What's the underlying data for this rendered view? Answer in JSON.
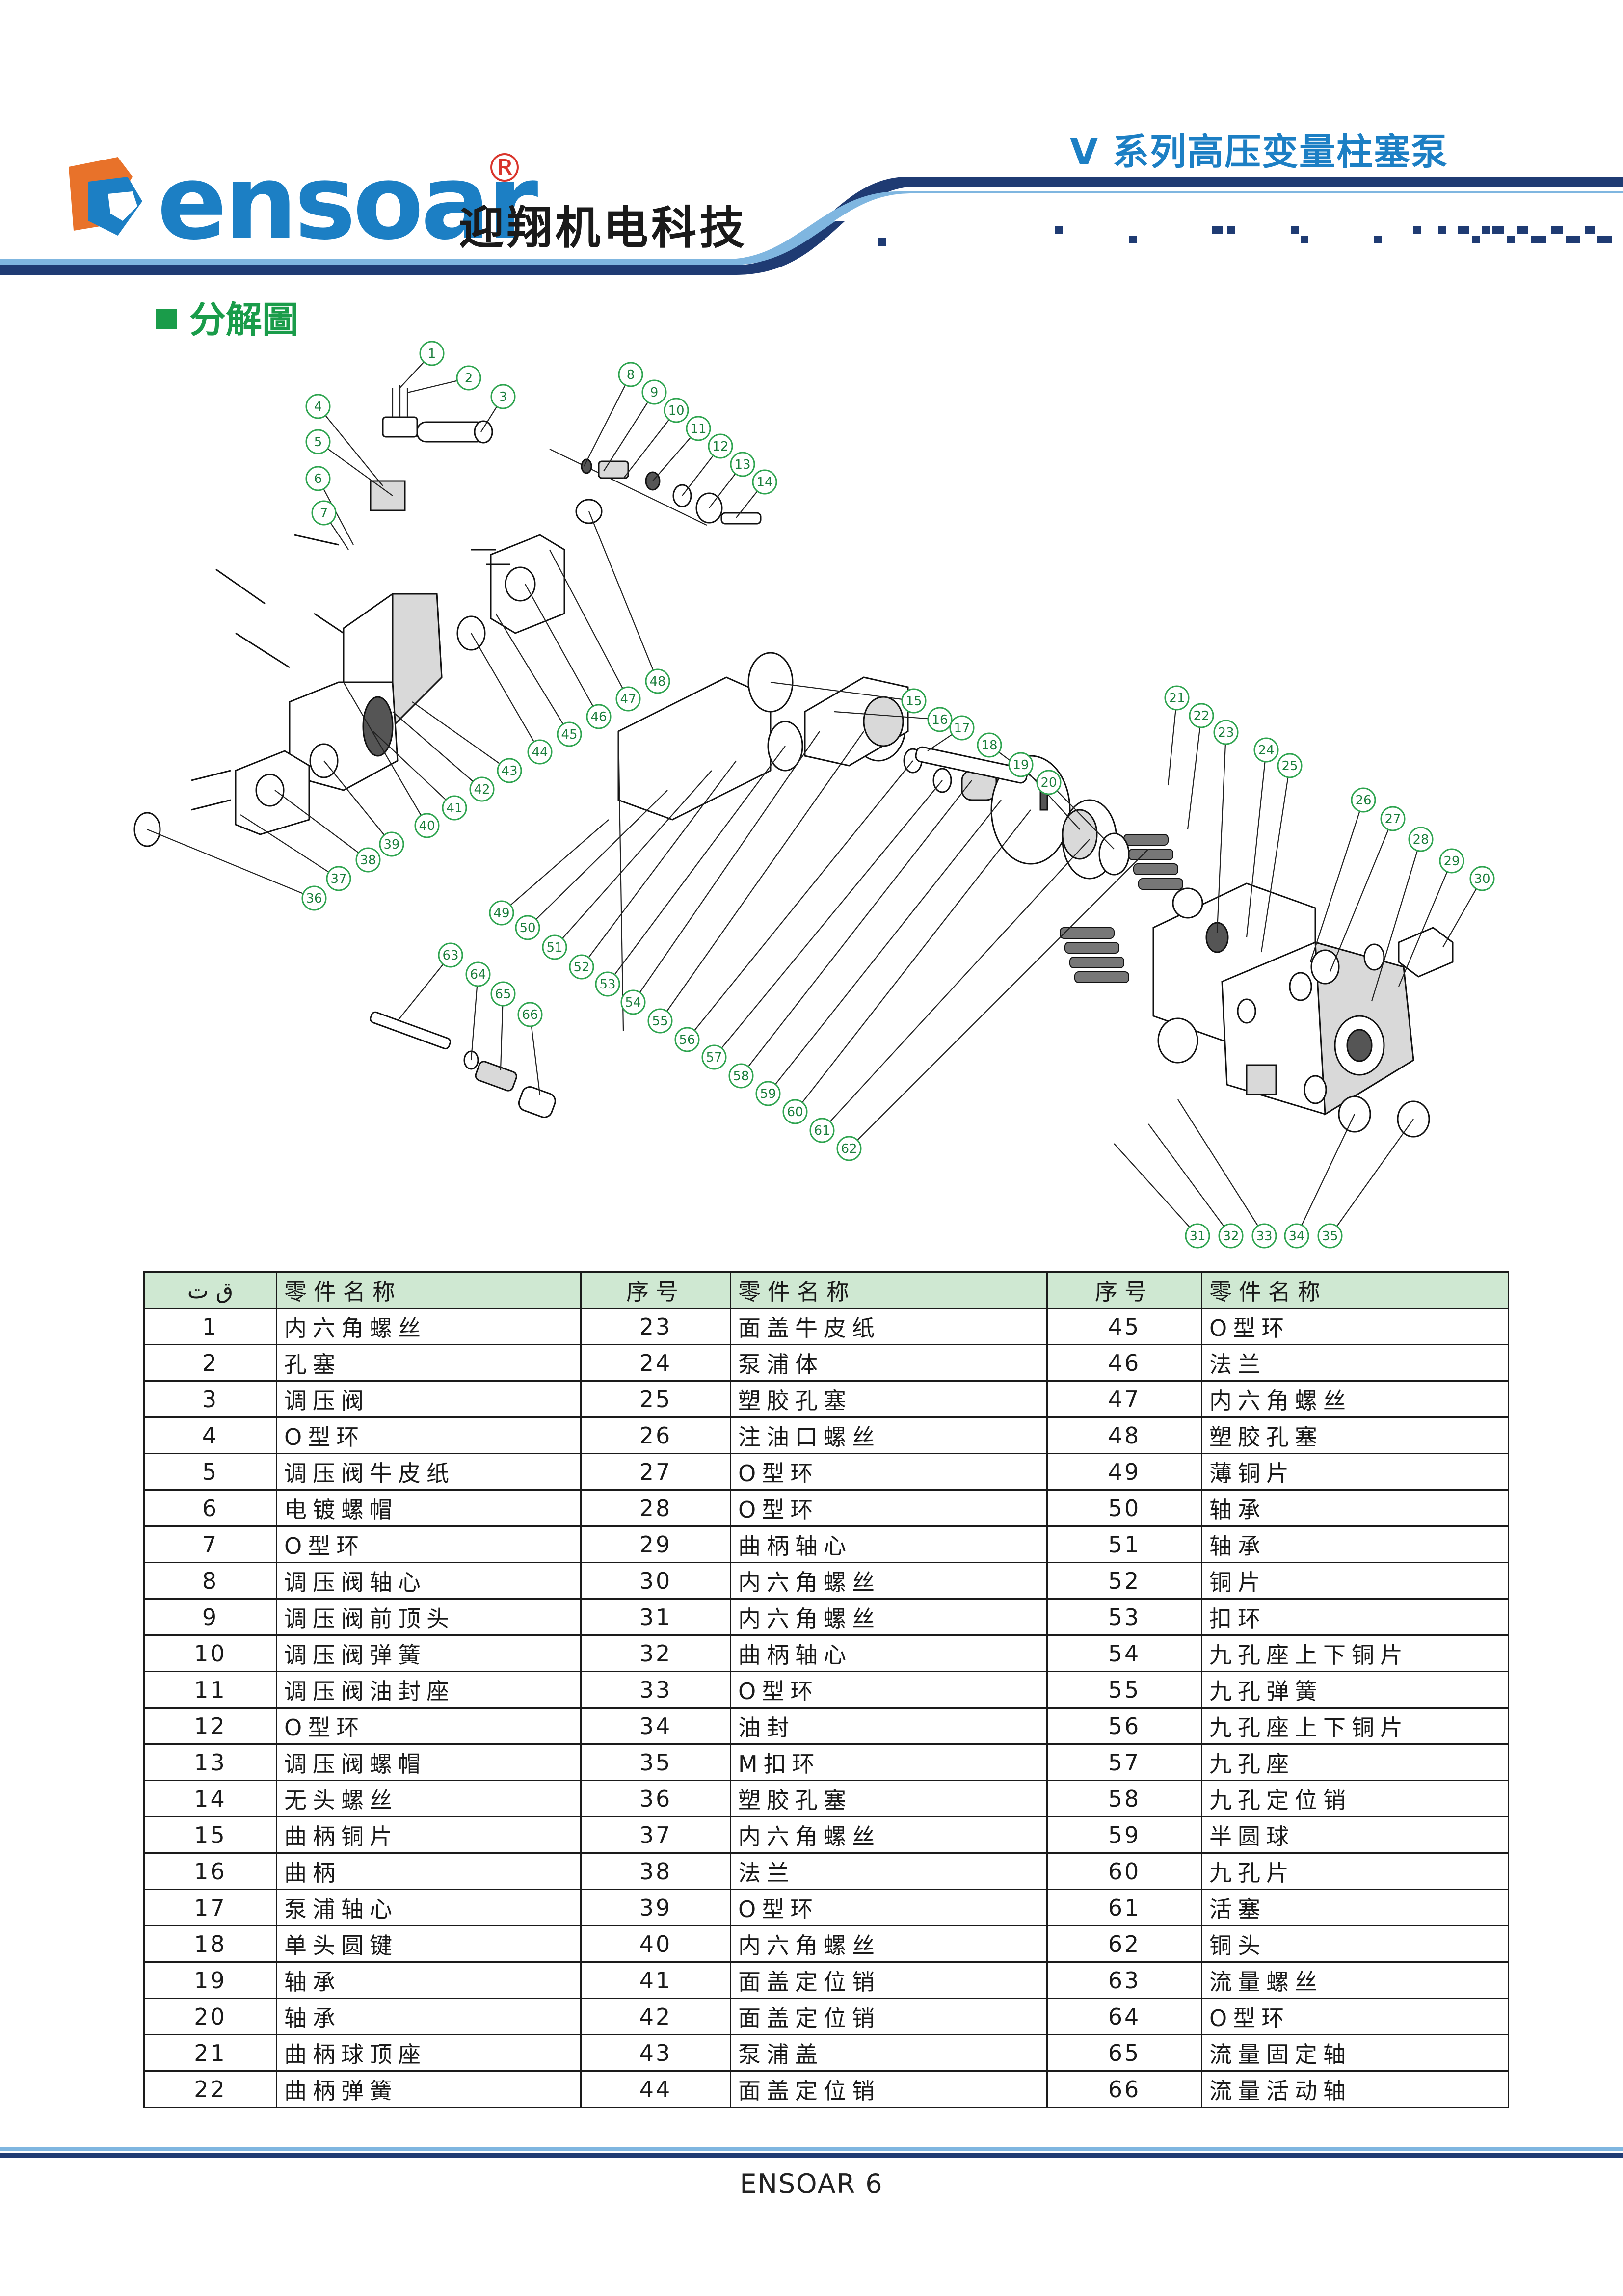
{
  "header": {
    "brand_logo_text": "ensoar",
    "brand_cn": "迎翔机电科技",
    "reg_mark": "®",
    "doc_title": "V 系列高压变量柱塞泵",
    "colors": {
      "blue": "#1c7fc4",
      "orange": "#e8722a",
      "navy": "#1f3b73",
      "green": "#1a9c4a"
    }
  },
  "section": {
    "title": "分解圖",
    "marker": "■"
  },
  "diagram": {
    "callouts": [
      "1",
      "2",
      "3",
      "4",
      "5",
      "6",
      "7",
      "8",
      "9",
      "10",
      "11",
      "12",
      "13",
      "14",
      "15",
      "16",
      "17",
      "18",
      "19",
      "20",
      "21",
      "22",
      "23",
      "24",
      "25",
      "26",
      "27",
      "28",
      "29",
      "30",
      "31",
      "32",
      "33",
      "34",
      "35",
      "36",
      "37",
      "38",
      "39",
      "40",
      "41",
      "42",
      "43",
      "44",
      "45",
      "46",
      "47",
      "48",
      "49",
      "50",
      "51",
      "52",
      "53",
      "54",
      "55",
      "56",
      "57",
      "58",
      "59",
      "60",
      "61",
      "62",
      "63",
      "64",
      "65",
      "66"
    ]
  },
  "table": {
    "headers": [
      "ق ت",
      "零件名称",
      "序号",
      "零件名称",
      "序号",
      "零件名称"
    ],
    "rows": [
      [
        "1",
        "内六角螺丝",
        "23",
        "面盖牛皮纸",
        "45",
        "O型环"
      ],
      [
        "2",
        "孔塞",
        "24",
        "泵浦体",
        "46",
        "法兰"
      ],
      [
        "3",
        "调压阀",
        "25",
        "塑胶孔塞",
        "47",
        "内六角螺丝"
      ],
      [
        "4",
        "O型环",
        "26",
        "注油口螺丝",
        "48",
        "塑胶孔塞"
      ],
      [
        "5",
        "调压阀牛皮纸",
        "27",
        "O型环",
        "49",
        "薄铜片"
      ],
      [
        "6",
        "电镀螺帽",
        "28",
        "O型环",
        "50",
        "轴承"
      ],
      [
        "7",
        "O型环",
        "29",
        "曲柄轴心",
        "51",
        "轴承"
      ],
      [
        "8",
        "调压阀轴心",
        "30",
        "内六角螺丝",
        "52",
        "铜片"
      ],
      [
        "9",
        "调压阀前顶头",
        "31",
        "内六角螺丝",
        "53",
        "扣环"
      ],
      [
        "10",
        "调压阀弹簧",
        "32",
        "曲柄轴心",
        "54",
        "九孔座上下铜片"
      ],
      [
        "11",
        "调压阀油封座",
        "33",
        "O型环",
        "55",
        "九孔弹簧"
      ],
      [
        "12",
        "O型环",
        "34",
        "油封",
        "56",
        "九孔座上下铜片"
      ],
      [
        "13",
        "调压阀螺帽",
        "35",
        "M扣环",
        "57",
        "九孔座"
      ],
      [
        "14",
        "无头螺丝",
        "36",
        "塑胶孔塞",
        "58",
        "九孔定位销"
      ],
      [
        "15",
        "曲柄铜片",
        "37",
        "内六角螺丝",
        "59",
        "半圆球"
      ],
      [
        "16",
        "曲柄",
        "38",
        "法兰",
        "60",
        "九孔片"
      ],
      [
        "17",
        "泵浦轴心",
        "39",
        "O型环",
        "61",
        "活塞"
      ],
      [
        "18",
        "单头圆键",
        "40",
        "内六角螺丝",
        "62",
        "铜头"
      ],
      [
        "19",
        "轴承",
        "41",
        "面盖定位销",
        "63",
        "流量螺丝"
      ],
      [
        "20",
        "轴承",
        "42",
        "面盖定位销",
        "64",
        "O型环"
      ],
      [
        "21",
        "曲柄球顶座",
        "43",
        "泵浦盖",
        "65",
        "流量固定轴"
      ],
      [
        "22",
        "曲柄弹簧",
        "44",
        "面盖定位销",
        "66",
        "流量活动轴"
      ]
    ]
  },
  "footer": {
    "text": "ENSOAR  6"
  }
}
